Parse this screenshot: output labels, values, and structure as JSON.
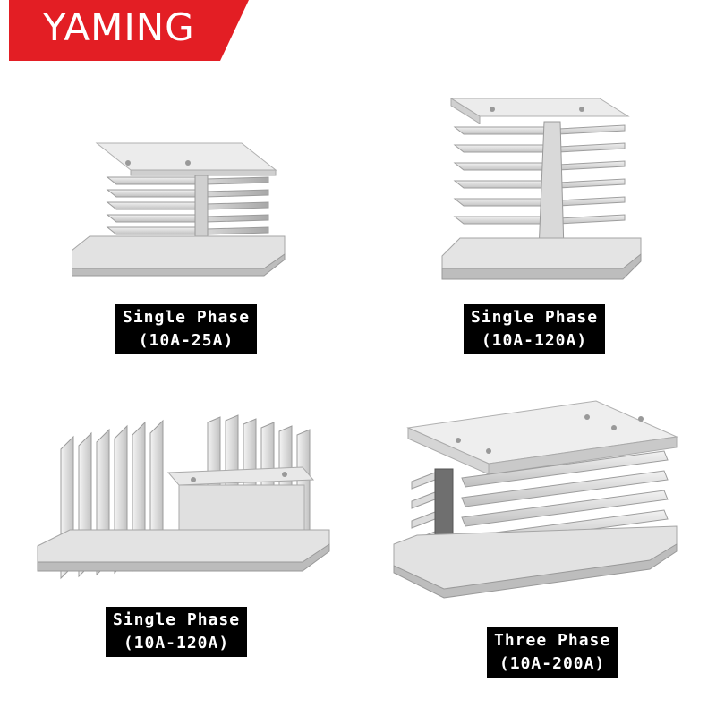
{
  "brand": {
    "name": "YAMING",
    "color": "#e31e24"
  },
  "products": [
    {
      "phase": "Single Phase",
      "range": "(10A-25A)"
    },
    {
      "phase": "Single Phase",
      "range": "(10A-120A)"
    },
    {
      "phase": "Single Phase",
      "range": "(10A-120A)"
    },
    {
      "phase": "Three Phase",
      "range": "(10A-200A)"
    }
  ]
}
